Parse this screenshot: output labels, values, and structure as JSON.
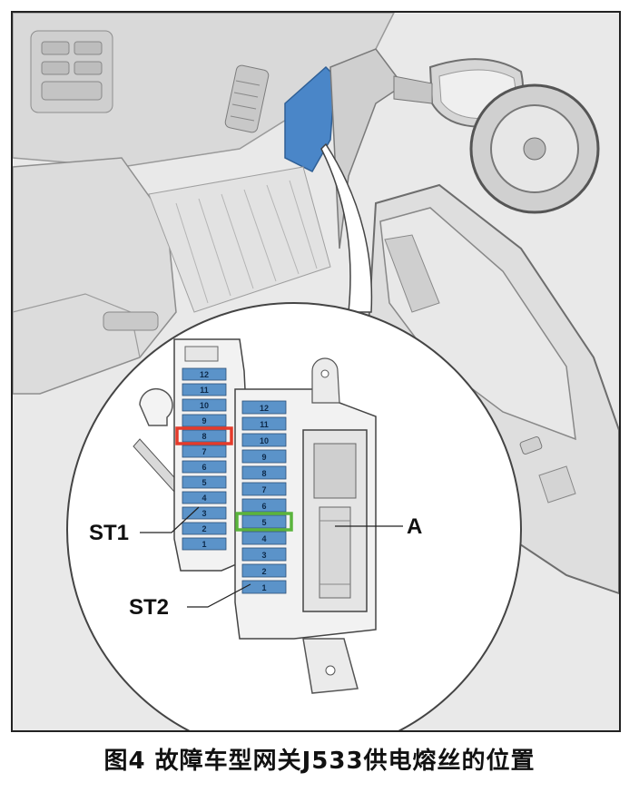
{
  "figure": {
    "caption": "图4 故障车型网关J533供电熔丝的位置",
    "labels": {
      "st1": "ST1",
      "st2": "ST2",
      "a": "A"
    },
    "st1_slots": [
      "12",
      "11",
      "10",
      "9",
      "8",
      "7",
      "6",
      "5",
      "4",
      "3",
      "2",
      "1"
    ],
    "st2_slots": [
      "12",
      "11",
      "10",
      "9",
      "8",
      "7",
      "6",
      "5",
      "4",
      "3",
      "2",
      "1"
    ],
    "highlight": {
      "st1_slot": "8",
      "st1_color": "#e53a2a",
      "st2_slot": "5",
      "st2_color": "#5ab43c"
    },
    "colors": {
      "fuse_blue": "#5b93c9",
      "glovebox_blue": "#4a86c8"
    }
  }
}
